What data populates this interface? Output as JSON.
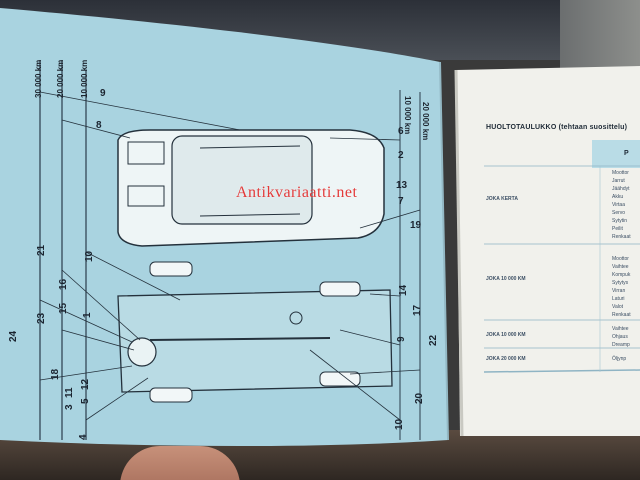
{
  "watermark": "Antikvariaatti.net",
  "left_page": {
    "km_columns": [
      "30 000 km",
      "20 000 km",
      "10 000 km"
    ],
    "km_columns_lower": [
      "10 000 km",
      "20 000 km"
    ],
    "callouts_top": [
      "9",
      "8",
      "6",
      "2",
      "13",
      "7",
      "19"
    ],
    "callouts_bottom": [
      "21",
      "10",
      "16",
      "15",
      "1",
      "23",
      "24",
      "18",
      "11",
      "3",
      "12",
      "5",
      "4",
      "14",
      "17",
      "9",
      "22",
      "20",
      "10"
    ]
  },
  "right_page": {
    "title": "HUOLTOTAULUKKO (tehtaan suosittelu)",
    "col_header_short": "P",
    "rows": [
      {
        "label": "JOKA KERTA",
        "items": [
          "Moottor",
          "Jarrut",
          "Jäähdyt",
          "Akku",
          "Virtaa",
          "Servo",
          "Sytytin",
          "Peilit",
          "Renkaat"
        ]
      },
      {
        "label": "JOKA 10 000 KM",
        "items": [
          "Moottor",
          "Vaihtee",
          "Kompuk",
          "Sytytys",
          "Virran",
          "Laturi",
          "Valot",
          "Renkaat"
        ]
      },
      {
        "label": "JOKA 10 000 KM",
        "items": [
          "Vaihtee",
          "Ohjaus",
          "Dreamp"
        ]
      },
      {
        "label": "JOKA 20 000 KM",
        "items": [
          "Öljynp"
        ]
      }
    ]
  }
}
